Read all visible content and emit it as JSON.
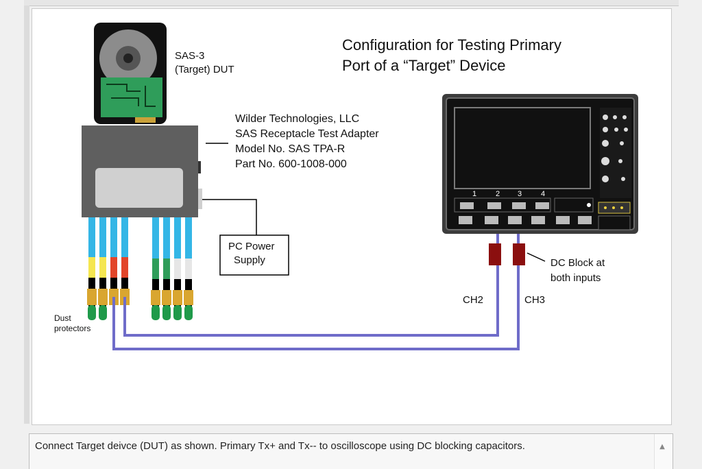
{
  "diagram": {
    "title_line1": "Configuration for Testing Primary",
    "title_line2": "Port of a “Target” Device",
    "dut_line1": "SAS-3",
    "dut_line2": "(Target) DUT",
    "adapter_line1": "Wilder Technologies, LLC",
    "adapter_line2": "SAS Receptacle Test Adapter",
    "adapter_line3": "Model No. SAS TPA-R",
    "adapter_line4": "Part No. 600-1008-000",
    "power_line1": "PC Power",
    "power_line2": "Supply",
    "dcblock_line1": "DC Block at",
    "dcblock_line2": "both inputs",
    "ch2": "CH2",
    "ch3": "CH3",
    "dust_line1": "Dust",
    "dust_line2": "protectors",
    "scope_ch1": "1",
    "scope_ch2": "2",
    "scope_ch3": "3",
    "scope_ch4": "4"
  },
  "caption": {
    "text": "Connect Target deivce (DUT) as shown. Primary Tx+ and Tx-- to oscilloscope using DC blocking capacitors."
  },
  "icons": {
    "scroll_up": "scroll-up-arrow-icon"
  },
  "colors": {
    "cable": "#6f6cc9",
    "dc_block": "#8b0f0f",
    "adapter": "#5f5f5f",
    "pcb": "#2f9d5a",
    "scope_body": "#3c3c3c"
  }
}
